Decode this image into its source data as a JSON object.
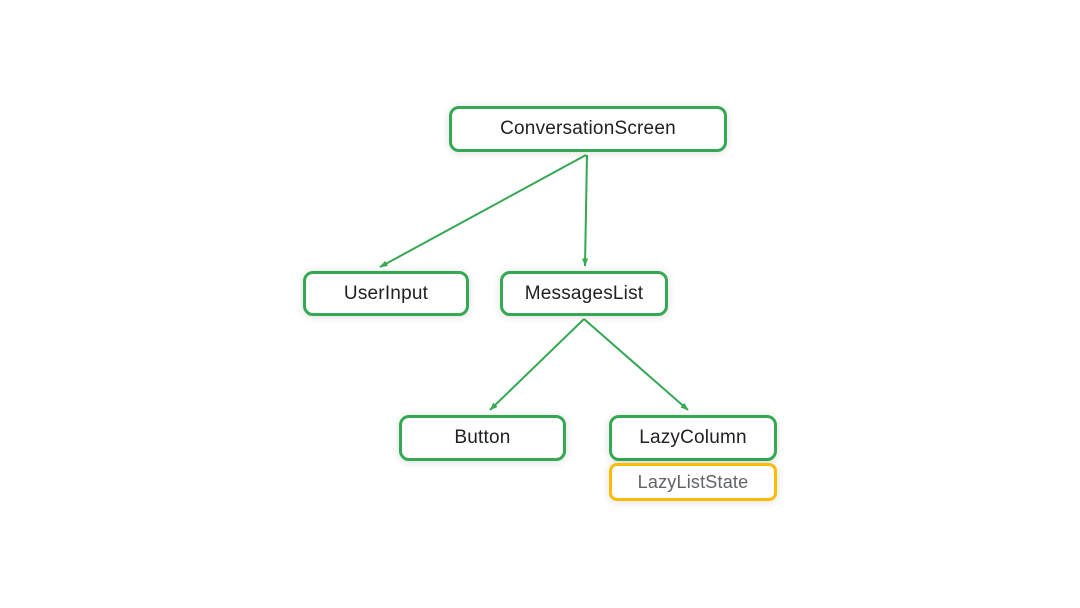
{
  "diagram": {
    "description": "Compose UI tree diagram",
    "nodes": {
      "conversation_screen": {
        "label": "ConversationScreen"
      },
      "user_input": {
        "label": "UserInput"
      },
      "messages_list": {
        "label": "MessagesList"
      },
      "button": {
        "label": "Button"
      },
      "lazy_column": {
        "label": "LazyColumn"
      },
      "lazy_list_state": {
        "label": "LazyListState"
      }
    },
    "edges": [
      {
        "from": "ConversationScreen",
        "to": "UserInput"
      },
      {
        "from": "ConversationScreen",
        "to": "MessagesList"
      },
      {
        "from": "MessagesList",
        "to": "Button"
      },
      {
        "from": "MessagesList",
        "to": "LazyColumn"
      }
    ],
    "colors": {
      "node_border": "#34A853",
      "edge": "#34A853",
      "state_border": "#FBBC04",
      "node_text": "#202124",
      "state_text": "#5F6368",
      "background": "#FFFFFF"
    }
  }
}
